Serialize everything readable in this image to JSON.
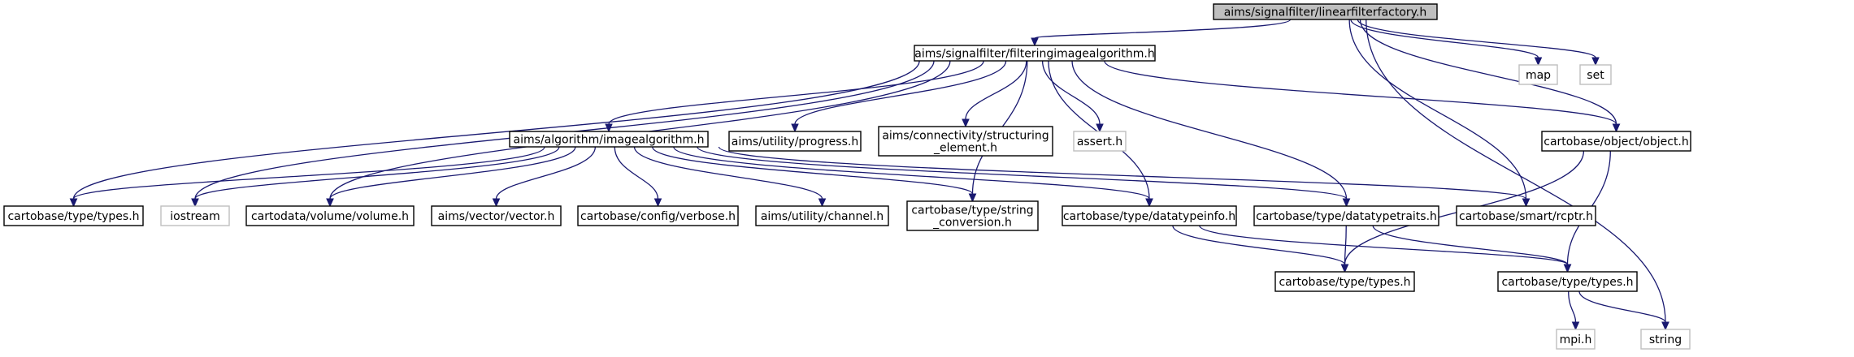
{
  "colors": {
    "edge": "#191970",
    "node_border": "#000000",
    "node_border_external": "#bfbfbf",
    "root_fill": "#bfbfbf",
    "node_fill": "#ffffff",
    "external_text": "#444444"
  },
  "nodes": {
    "root": {
      "lines": [
        "aims/signalfilter/linearfilterfactory.h"
      ],
      "kind": "root"
    },
    "fia": {
      "lines": [
        "aims/signalfilter/filteringimagealgorithm.h"
      ],
      "kind": "internal"
    },
    "map": {
      "lines": [
        "map"
      ],
      "kind": "external"
    },
    "set": {
      "lines": [
        "set"
      ],
      "kind": "external"
    },
    "ia": {
      "lines": [
        "aims/algorithm/imagealgorithm.h"
      ],
      "kind": "internal"
    },
    "progress": {
      "lines": [
        "aims/utility/progress.h"
      ],
      "kind": "internal"
    },
    "structel": {
      "lines": [
        "aims/connectivity/structuring",
        "_element.h"
      ],
      "kind": "internal"
    },
    "assert": {
      "lines": [
        "assert.h"
      ],
      "kind": "external"
    },
    "object": {
      "lines": [
        "cartobase/object/object.h"
      ],
      "kind": "internal"
    },
    "types1": {
      "lines": [
        "cartobase/type/types.h"
      ],
      "kind": "internal"
    },
    "iostream": {
      "lines": [
        "iostream"
      ],
      "kind": "external"
    },
    "volume": {
      "lines": [
        "cartodata/volume/volume.h"
      ],
      "kind": "internal"
    },
    "vector": {
      "lines": [
        "aims/vector/vector.h"
      ],
      "kind": "internal"
    },
    "verbose": {
      "lines": [
        "cartobase/config/verbose.h"
      ],
      "kind": "internal"
    },
    "channel": {
      "lines": [
        "aims/utility/channel.h"
      ],
      "kind": "internal"
    },
    "strconv": {
      "lines": [
        "cartobase/type/string",
        "_conversion.h"
      ],
      "kind": "internal"
    },
    "dtinfo": {
      "lines": [
        "cartobase/type/datatypeinfo.h"
      ],
      "kind": "internal"
    },
    "dttraits": {
      "lines": [
        "cartobase/type/datatypetraits.h"
      ],
      "kind": "internal"
    },
    "rcptr": {
      "lines": [
        "cartobase/smart/rcptr.h"
      ],
      "kind": "internal"
    },
    "types2": {
      "lines": [
        "cartobase/type/types.h"
      ],
      "kind": "internal"
    },
    "types3": {
      "lines": [
        "cartobase/type/types.h"
      ],
      "kind": "internal"
    },
    "mpi": {
      "lines": [
        "mpi.h"
      ],
      "kind": "external"
    },
    "string": {
      "lines": [
        "string"
      ],
      "kind": "external"
    }
  },
  "edges": [
    [
      "root",
      "fia"
    ],
    [
      "root",
      "map"
    ],
    [
      "root",
      "set"
    ],
    [
      "root",
      "object"
    ],
    [
      "root",
      "rcptr"
    ],
    [
      "root",
      "string"
    ],
    [
      "fia",
      "ia"
    ],
    [
      "fia",
      "progress"
    ],
    [
      "fia",
      "structel"
    ],
    [
      "fia",
      "assert"
    ],
    [
      "fia",
      "object"
    ],
    [
      "fia",
      "types1"
    ],
    [
      "fia",
      "iostream"
    ],
    [
      "fia",
      "volume"
    ],
    [
      "fia",
      "strconv"
    ],
    [
      "fia",
      "dtinfo"
    ],
    [
      "fia",
      "dttraits"
    ],
    [
      "ia",
      "types1"
    ],
    [
      "ia",
      "iostream"
    ],
    [
      "ia",
      "volume"
    ],
    [
      "ia",
      "vector"
    ],
    [
      "ia",
      "verbose"
    ],
    [
      "ia",
      "channel"
    ],
    [
      "ia",
      "strconv"
    ],
    [
      "ia",
      "dtinfo"
    ],
    [
      "ia",
      "dttraits"
    ],
    [
      "ia",
      "rcptr"
    ],
    [
      "object",
      "types2"
    ],
    [
      "object",
      "types3"
    ],
    [
      "dtinfo",
      "types2"
    ],
    [
      "dtinfo",
      "types3"
    ],
    [
      "dttraits",
      "types2"
    ],
    [
      "dttraits",
      "types3"
    ],
    [
      "types3",
      "mpi"
    ],
    [
      "types3",
      "string"
    ]
  ]
}
